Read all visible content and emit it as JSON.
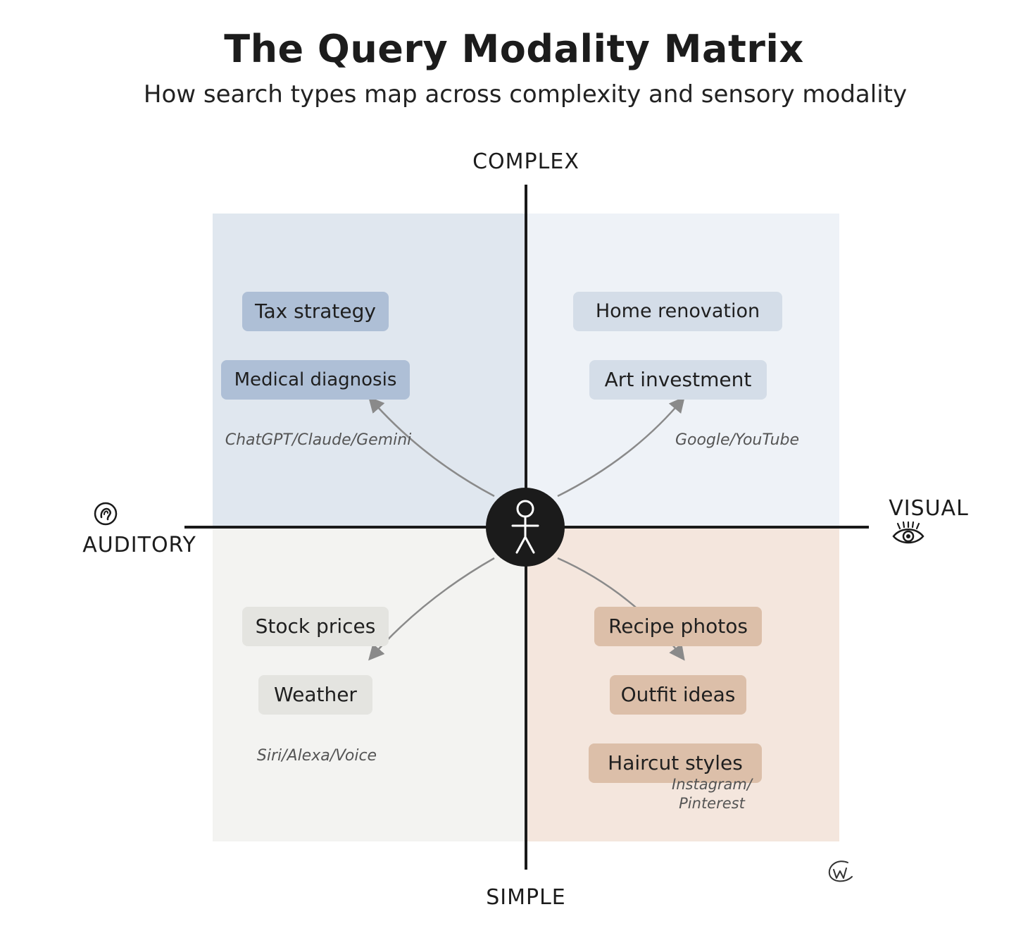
{
  "title": "The Query Modality Matrix",
  "subtitle": "How search types map across complexity and sensory modality",
  "axes": {
    "top": "COMPLEX",
    "bottom": "SIMPLE",
    "left": "AUDITORY",
    "right": "VISUAL"
  },
  "quadrants": {
    "top_left": {
      "color": "#e0e7ef",
      "items": [
        "Tax strategy",
        "Medical diagnosis"
      ],
      "tools": "ChatGPT/Claude/Gemini"
    },
    "top_right": {
      "color": "#eef2f7",
      "items": [
        "Home renovation",
        "Art investment"
      ],
      "tools": "Google/YouTube"
    },
    "bottom_left": {
      "color": "#f3f3f1",
      "items": [
        "Stock prices",
        "Weather"
      ],
      "tools": "Siri/Alexa/Voice"
    },
    "bottom_right": {
      "color": "#f4e6dd",
      "items": [
        "Recipe photos",
        "Outfit ideas",
        "Haircut styles"
      ],
      "tools_line1": "Instagram/",
      "tools_line2": "Pinterest"
    }
  },
  "icons": {
    "center": "person-icon",
    "left": "ear-icon",
    "right": "eye-icon",
    "corner": "signature-icon"
  }
}
